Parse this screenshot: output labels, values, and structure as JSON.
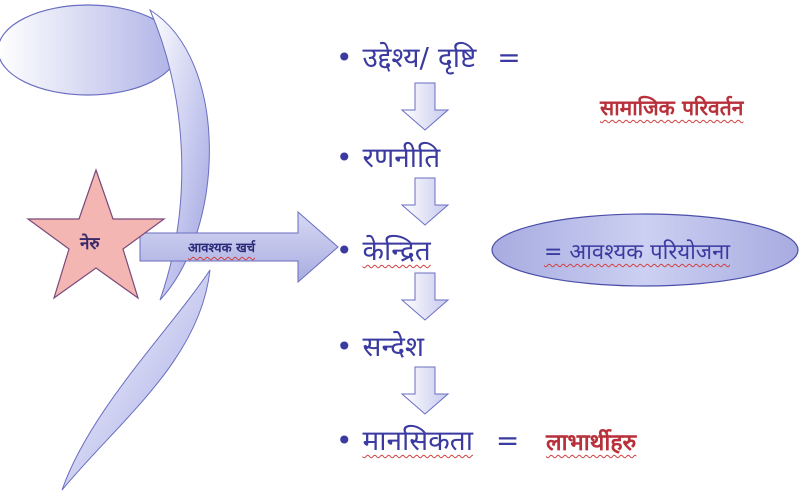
{
  "diagram": {
    "star_label": "नेरु",
    "arrow_label": "आवश्यक खर्च",
    "steps": [
      {
        "label": "उद्देश्य/ दृष्टि",
        "suffix": "="
      },
      {
        "label": "रणनीति"
      },
      {
        "label": "केन्द्रित"
      },
      {
        "label": "सन्देश"
      },
      {
        "label": "मानसिकता",
        "suffix": "="
      }
    ],
    "result_social_change": "सामाजिक परिवर्तन",
    "ellipse_label": "= आवश्यक परियोजना",
    "result_beneficiaries": "लाभार्थीहरु"
  },
  "colors": {
    "text_blue": "#3a3aa0",
    "text_red": "#b8303a",
    "star_fill": "#f4b6b3",
    "arrow_fill": "#bcc0ea",
    "ellipse_fill": "#c0c4ec"
  }
}
